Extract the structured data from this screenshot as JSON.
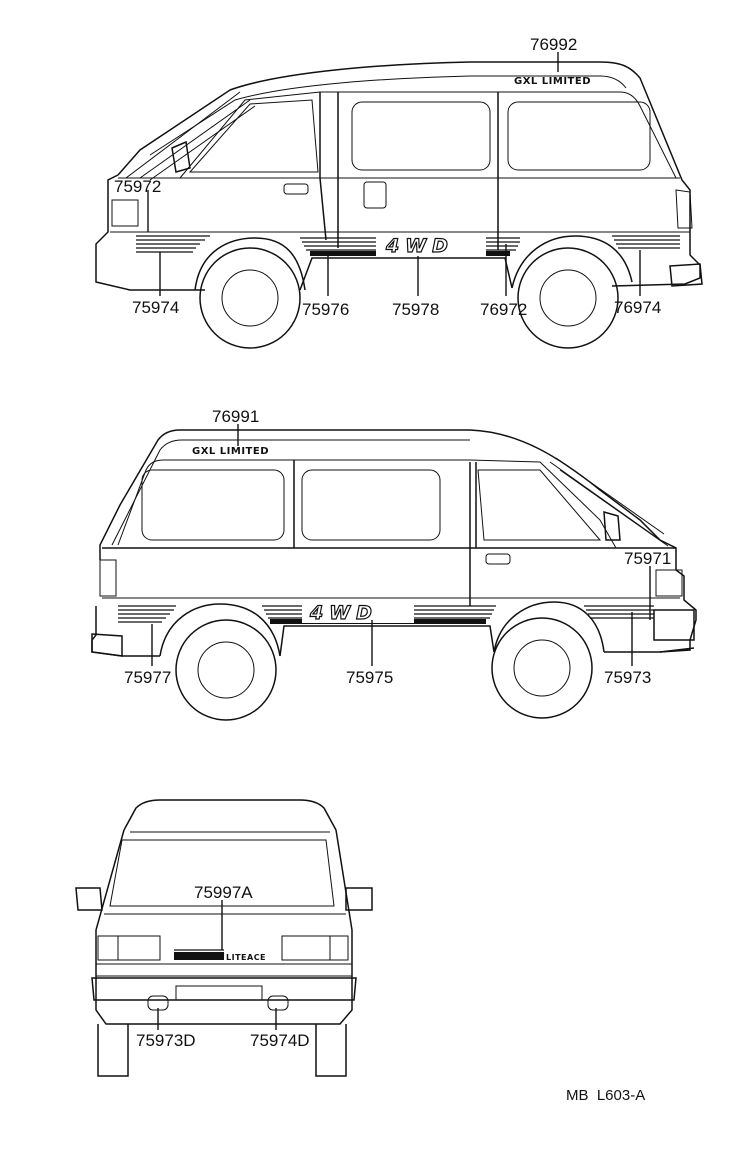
{
  "views": {
    "side_top": {
      "badge": "GXL LIMITED",
      "decal": "4WD",
      "callouts": [
        {
          "key": "a",
          "text": "76992"
        },
        {
          "key": "b",
          "text": "75972"
        },
        {
          "key": "c",
          "text": "75974"
        },
        {
          "key": "d",
          "text": "75976"
        },
        {
          "key": "e",
          "text": "75978"
        },
        {
          "key": "f",
          "text": "76972"
        },
        {
          "key": "g",
          "text": "76974"
        }
      ]
    },
    "side_bottom": {
      "badge": "GXL LIMITED",
      "decal": "4WD",
      "callouts": [
        {
          "key": "a",
          "text": "76991"
        },
        {
          "key": "b",
          "text": "75971"
        },
        {
          "key": "c",
          "text": "75977"
        },
        {
          "key": "d",
          "text": "75975"
        },
        {
          "key": "e",
          "text": "75973"
        }
      ]
    },
    "rear": {
      "badge": "LITEACE",
      "callouts": [
        {
          "key": "a",
          "text": "75997A"
        },
        {
          "key": "b",
          "text": "75973D"
        },
        {
          "key": "c",
          "text": "75974D"
        }
      ]
    }
  },
  "reference_code": "MB  L603-A"
}
